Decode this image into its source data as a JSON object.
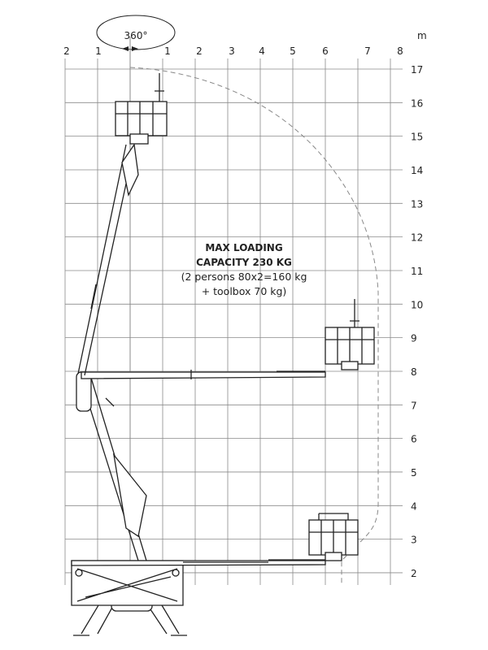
{
  "rotation_label": "360°",
  "unit_label": "m",
  "x_axis_labels_left": [
    "2",
    "1"
  ],
  "x_axis_labels_right": [
    "1",
    "2",
    "3",
    "4",
    "5",
    "6",
    "7",
    "8"
  ],
  "y_axis_labels": [
    "17",
    "16",
    "15",
    "14",
    "13",
    "12",
    "11",
    "10",
    "9",
    "8",
    "7",
    "6",
    "5",
    "4",
    "3",
    "2"
  ],
  "capacity": {
    "line1": "MAX LOADING",
    "line2": "CAPACITY 230 KG",
    "line3": "(2 persons  80x2=160 kg",
    "line4": "+ toolbox 70 kg)"
  },
  "colors": {
    "grid": "#8a8a8a",
    "machine": "#222222",
    "envelope": "#888888"
  }
}
